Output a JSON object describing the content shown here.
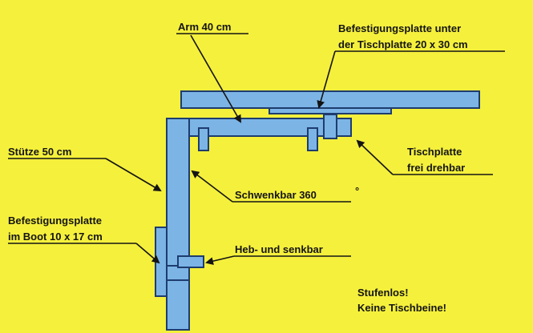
{
  "colors": {
    "background": "#f5f03c",
    "part_fill": "#7cb4e6",
    "part_stroke": "#1e3c6e",
    "text": "#141414"
  },
  "labels": {
    "arm": "Arm 40 cm",
    "plate_top_1": "Befestigungsplatte unter",
    "plate_top_2": "der Tischplatte 20 x 30 cm",
    "table_1": "Tischplatte",
    "table_2": "frei drehbar",
    "support": "Stütze 50 cm",
    "swivel": "Schwenkbar 360",
    "degree": "°",
    "boat_plate_1": "Befestigungsplatte",
    "boat_plate_2": "im Boot 10 x 17 cm",
    "height": "Heb- und senkbar",
    "stepless": "Stufenlos!",
    "no_legs": "Keine Tischbeine!"
  }
}
